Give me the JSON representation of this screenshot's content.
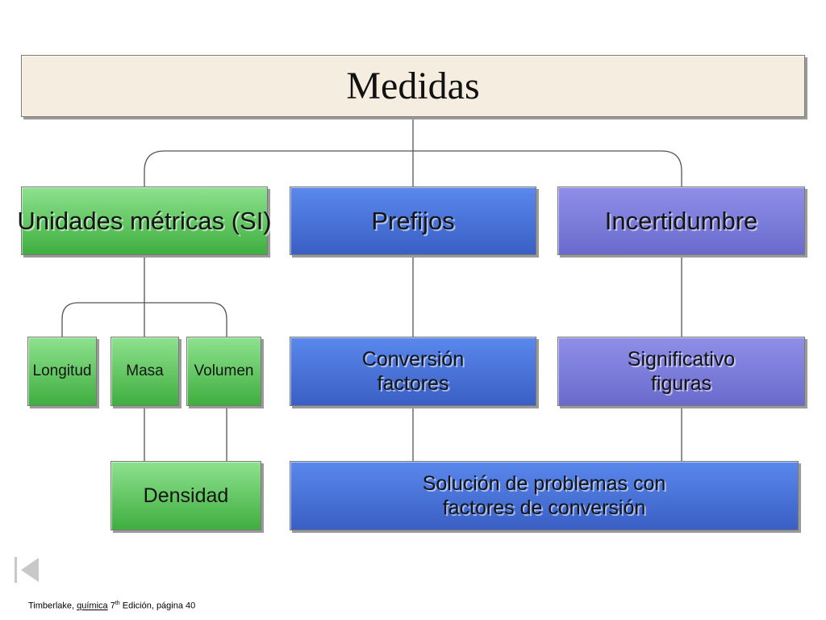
{
  "title": "Medidas",
  "level1": {
    "unidades": "Unidades métricas (SI)",
    "prefijos": "Prefijos",
    "incertidumbre": "Incertidumbre"
  },
  "level2": {
    "longitud": "Longitud",
    "masa": "Masa",
    "volumen": "Volumen",
    "conversion_line1": "Conversión",
    "conversion_line2": "factores",
    "significativo_line1": "Significativo",
    "significativo_line2": "figuras"
  },
  "level3": {
    "densidad": "Densidad",
    "solucion_line1": "Solución de problemas con",
    "solucion_line2": "factores de conversión"
  },
  "nav": {
    "icon": "first-slide-icon"
  },
  "footer": {
    "author": "Timberlake,",
    "book": "química",
    "edition_num": "7",
    "edition_sup": "th",
    "edition_rest": "Edición, página 40"
  },
  "colors": {
    "title_fill": "#f4ede0",
    "green": "#5cc75c",
    "blue": "#4a72d8",
    "purple": "#7b7bdc",
    "line": "#555555"
  }
}
